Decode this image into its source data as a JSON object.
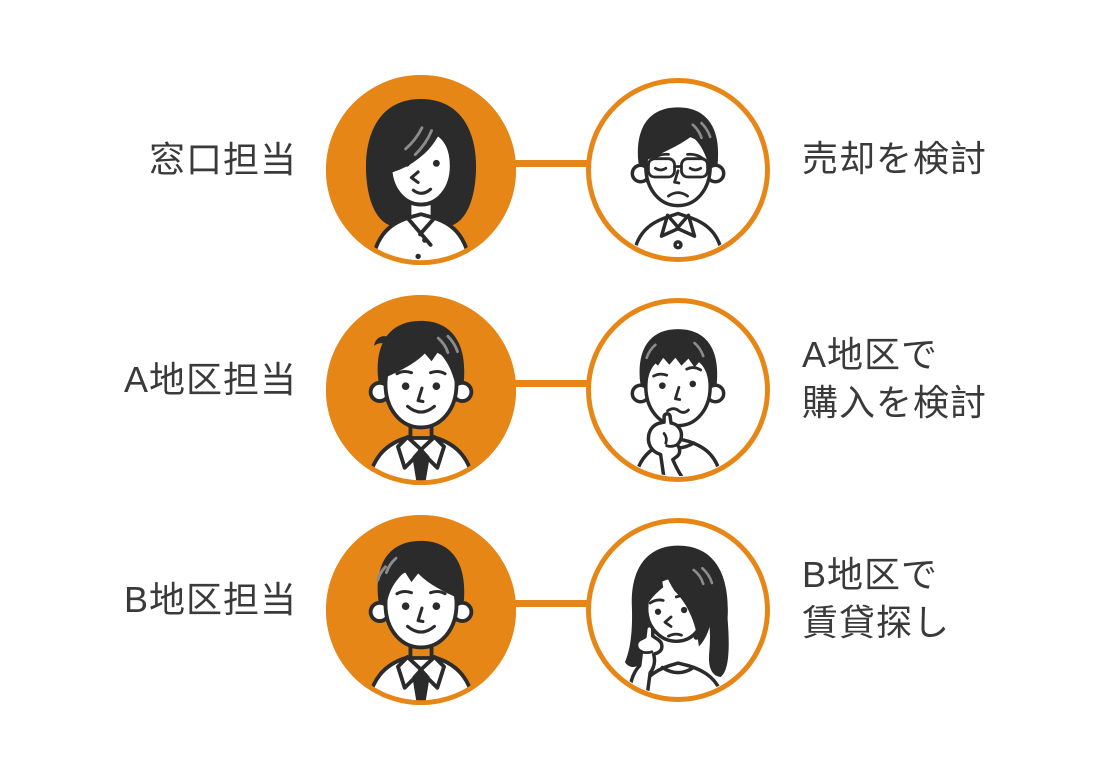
{
  "colors": {
    "orange": "#E68617",
    "ink": "#2B2B2B",
    "text": "#3A3A3A",
    "background": "#FFFFFF"
  },
  "rows": [
    {
      "staff_label": "窓口担当",
      "staff_avatar_icon": "woman-bob-smiling",
      "customer_avatar_icon": "man-glasses-worried",
      "customer_label_lines": [
        "売却を検討"
      ]
    },
    {
      "staff_label": "A地区担当",
      "staff_avatar_icon": "man-suit-tie-smiling",
      "customer_avatar_icon": "man-thinking-hand-on-chin",
      "customer_label_lines": [
        "A地区で",
        "購入を検討"
      ]
    },
    {
      "staff_label": "B地区担当",
      "staff_avatar_icon": "man-suit-tie-smiling-2",
      "customer_avatar_icon": "woman-worried-hand-on-cheek",
      "customer_label_lines": [
        "B地区で",
        "賃貸探し"
      ]
    }
  ]
}
